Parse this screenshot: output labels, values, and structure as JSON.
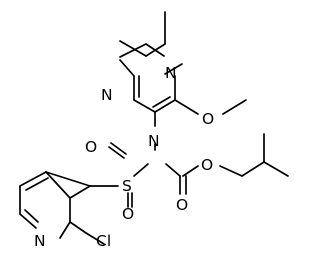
{
  "figure": {
    "kind": "chemical-structure",
    "background": "#ffffff",
    "line_color": "#000000"
  },
  "atoms": {
    "pyrazine_n_top": "N",
    "pyrazine_n_left": "N",
    "methoxy_o": "O",
    "sulfonamide_n": "N",
    "sulfonyl_s": "S",
    "sulfonyl_o_left": "O",
    "sulfonyl_o_bottom": "O",
    "carbamate_o_ester": "O",
    "carbamate_o_carbonyl": "O",
    "pyridine_n": "N",
    "chlorine": "Cl"
  }
}
